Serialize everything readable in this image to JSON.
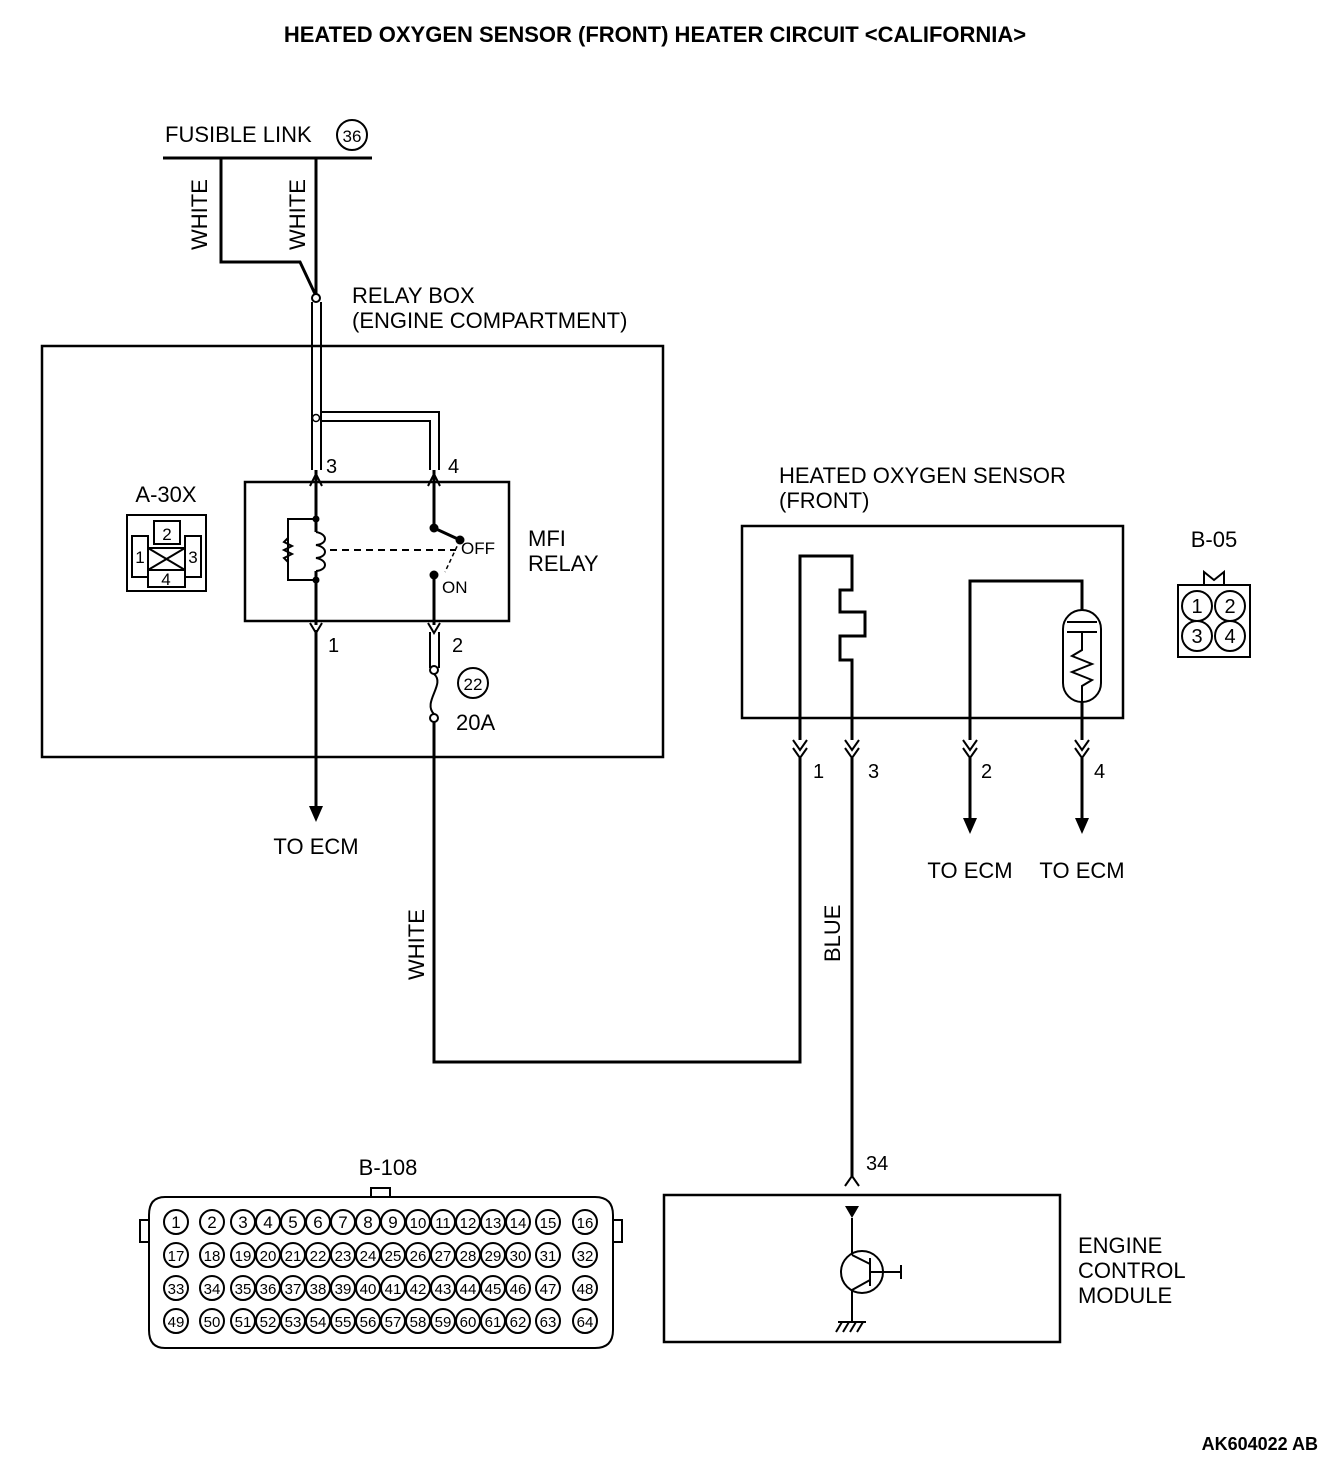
{
  "title": "HEATED OXYGEN SENSOR (FRONT) HEATER CIRCUIT <CALIFORNIA>",
  "figure_code": "AK604022 AB",
  "fusible_link": {
    "label": "FUSIBLE LINK",
    "number": "36"
  },
  "wires": {
    "fusible_left": "WHITE",
    "fusible_right": "WHITE",
    "relay_to_sensor": "WHITE",
    "sensor_to_ecm": "BLUE"
  },
  "relay_box": {
    "title_line1": "RELAY BOX",
    "title_line2": "(ENGINE COMPARTMENT)",
    "connector": {
      "id": "A-30X",
      "pins": [
        "1",
        "2",
        "3",
        "4"
      ]
    },
    "relay": {
      "name_line1": "MFI",
      "name_line2": "RELAY",
      "pins": {
        "p1": "1",
        "p2": "2",
        "p3": "3",
        "p4": "4"
      },
      "switch_off": "OFF",
      "switch_on": "ON"
    },
    "fuse": {
      "number": "22",
      "rating": "20A"
    },
    "to_ecm": "TO ECM"
  },
  "sensor": {
    "title_line1": "HEATED OXYGEN SENSOR",
    "title_line2": "(FRONT)",
    "pins": {
      "p1": "1",
      "p2": "2",
      "p3": "3",
      "p4": "4"
    },
    "connector": {
      "id": "B-05",
      "pins": [
        "1",
        "2",
        "3",
        "4"
      ]
    },
    "to_ecm_left": "TO ECM",
    "to_ecm_right": "TO ECM"
  },
  "ecm": {
    "name_line1": "ENGINE",
    "name_line2": "CONTROL",
    "name_line3": "MODULE",
    "pin": "34",
    "connector": {
      "id": "B-108",
      "rows": [
        [
          "1",
          "2",
          "3",
          "4",
          "5",
          "6",
          "7",
          "8",
          "9",
          "10",
          "11",
          "12",
          "13",
          "14",
          "15",
          "16"
        ],
        [
          "17",
          "18",
          "19",
          "20",
          "21",
          "22",
          "23",
          "24",
          "25",
          "26",
          "27",
          "28",
          "29",
          "30",
          "31",
          "32"
        ],
        [
          "33",
          "34",
          "35",
          "36",
          "37",
          "38",
          "39",
          "40",
          "41",
          "42",
          "43",
          "44",
          "45",
          "46",
          "47",
          "48"
        ],
        [
          "49",
          "50",
          "51",
          "52",
          "53",
          "54",
          "55",
          "56",
          "57",
          "58",
          "59",
          "60",
          "61",
          "62",
          "63",
          "64"
        ]
      ]
    }
  }
}
